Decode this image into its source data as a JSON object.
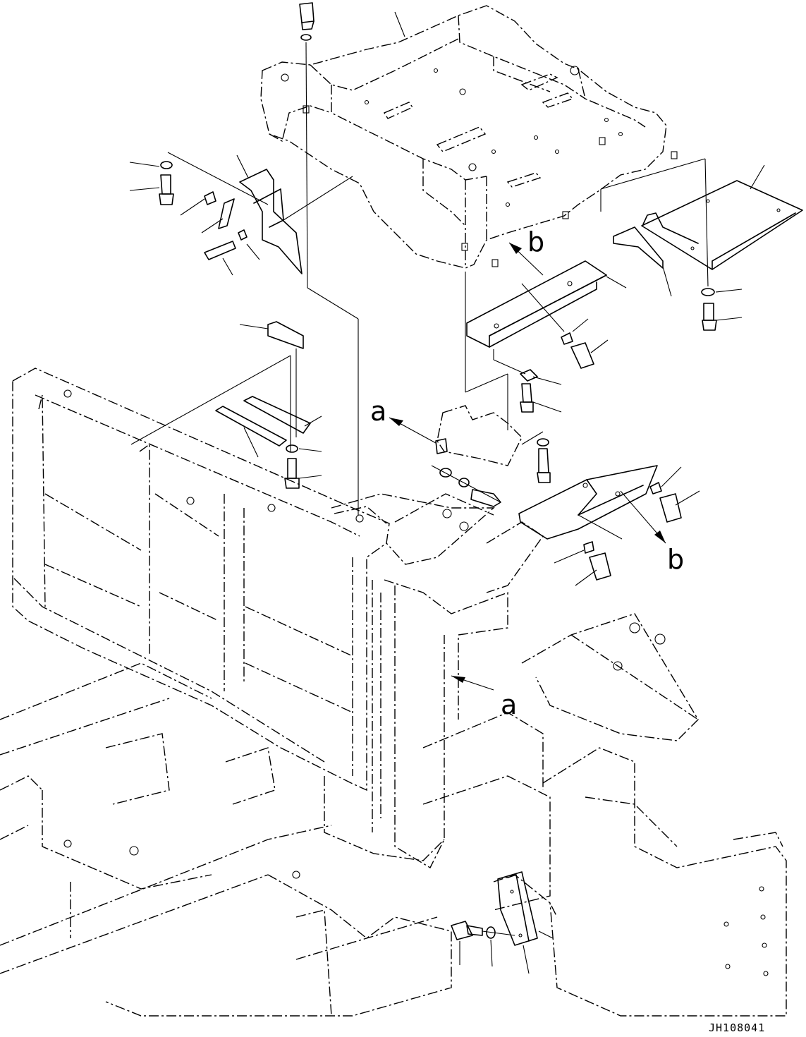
{
  "callouts": {
    "label_a": "a",
    "label_b": "b"
  },
  "drawing_number": "JH108041",
  "colors": {
    "line": "#000000",
    "background": "#ffffff"
  }
}
